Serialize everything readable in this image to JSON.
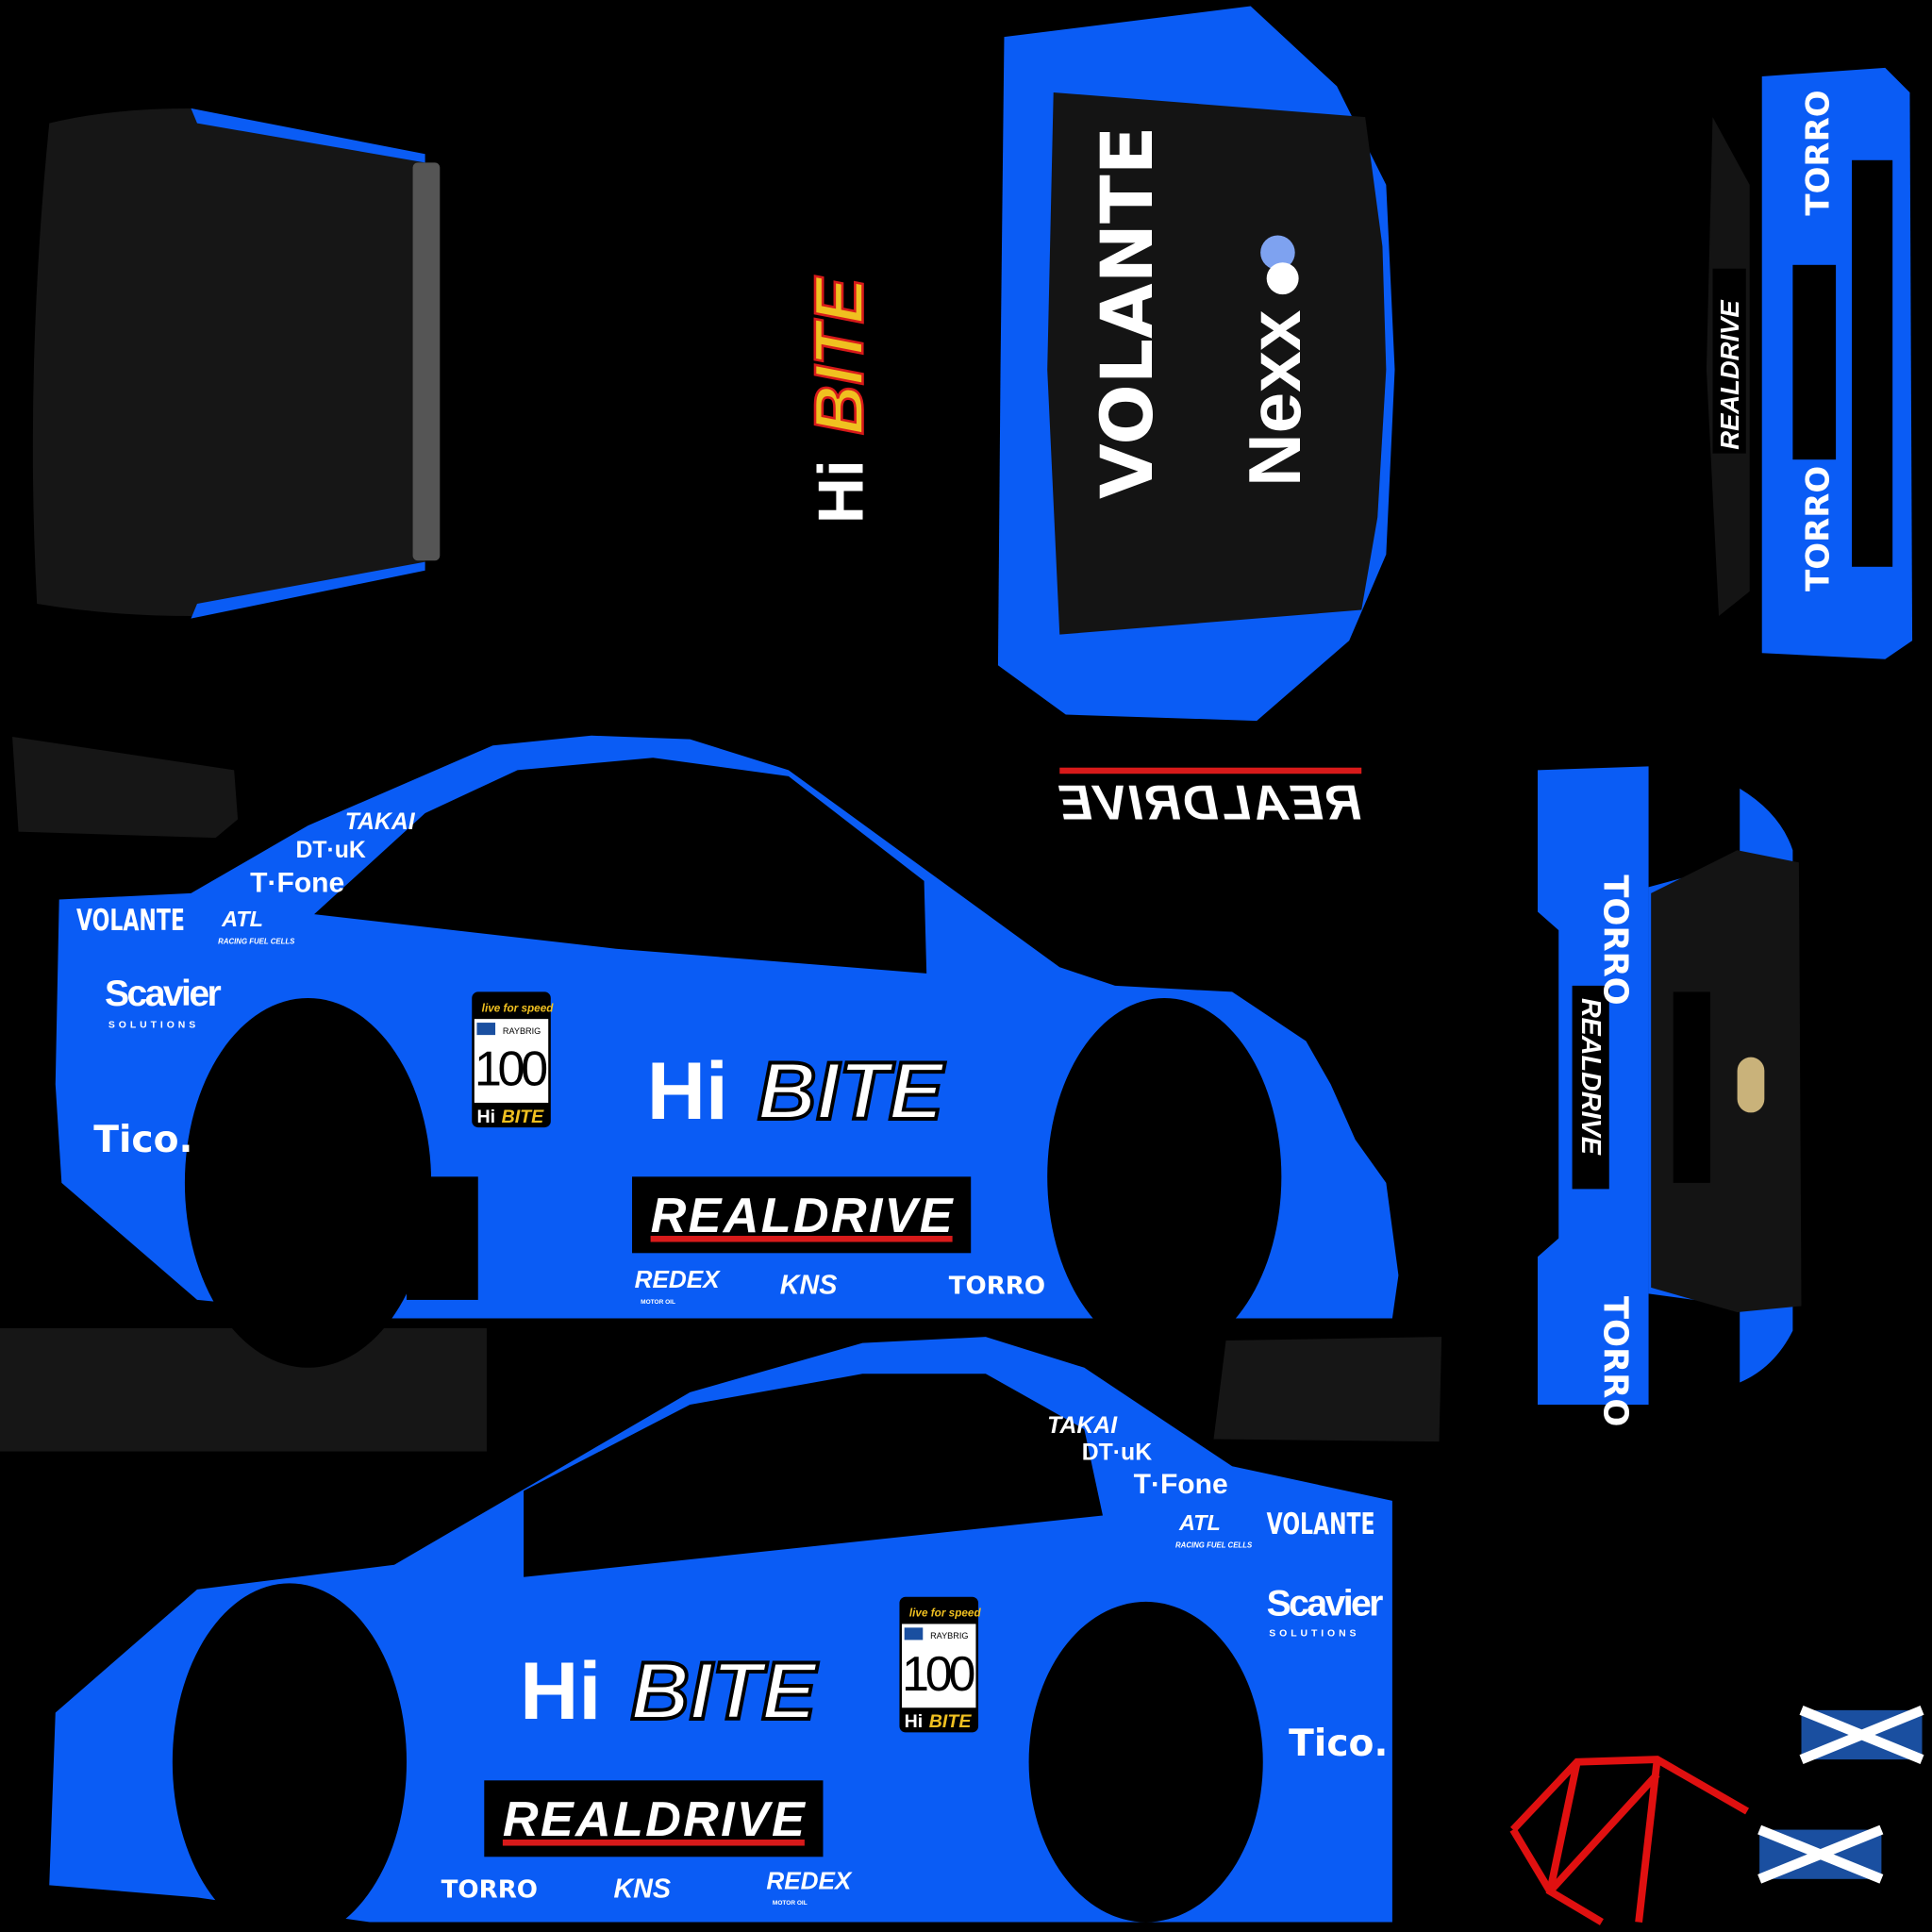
{
  "colors": {
    "body_blue": "#0a5cf5",
    "dark_panel": "#161616",
    "logo_white": "#ffffff",
    "accent_red": "#d81a1a",
    "accent_yellow": "#f0c020"
  },
  "roof": {
    "sponsor_hi": "Hi",
    "sponsor_bite": "BITE"
  },
  "hood": {
    "volante": "VOLANTE",
    "nexx": "Nexx"
  },
  "rear_wing": {
    "torro_top": "TORRO",
    "torro_bottom": "TORRO",
    "realdrive": "REALDRIVE"
  },
  "windscreen_banner": {
    "realdrive": "REALDRIVE"
  },
  "rear_bumper": {
    "torro_top": "TORRO",
    "torro_bottom": "TORRO",
    "realdrive": "REALDRIVE"
  },
  "side_left": {
    "takai": "TAKAI",
    "dtuk": "DT·uK",
    "tfone": "T·Fone",
    "volante": "VOLANTE",
    "atl": "ATL",
    "atl_sub": "RACING FUEL CELLS",
    "scavier": "Scavier",
    "scavier_sub": "SOLUTIONS",
    "tico": "Tico.",
    "hi": "Hi",
    "bite": "BITE",
    "realdrive": "REALDRIVE",
    "redex": "REDEX",
    "redex_sub": "MOTOR OIL",
    "kns": "KNS",
    "torro": "TORRO",
    "plate": {
      "brand": "live for speed",
      "team": "RAYBRIG",
      "number": "100",
      "hi": "Hi",
      "bite": "BITE"
    }
  },
  "side_right": {
    "takai": "TAKAI",
    "dtuk": "DT·uK",
    "tfone": "T·Fone",
    "volante": "VOLANTE",
    "atl": "ATL",
    "atl_sub": "RACING FUEL CELLS",
    "scavier": "Scavier",
    "scavier_sub": "SOLUTIONS",
    "tico": "Tico.",
    "hi": "Hi",
    "bite": "BITE",
    "realdrive": "REALDRIVE",
    "redex": "REDEX",
    "redex_sub": "MOTOR OIL",
    "kns": "KNS",
    "torro": "TORRO",
    "plate": {
      "brand": "live for speed",
      "team": "RAYBRIG",
      "number": "100",
      "hi": "Hi",
      "bite": "BITE"
    }
  }
}
